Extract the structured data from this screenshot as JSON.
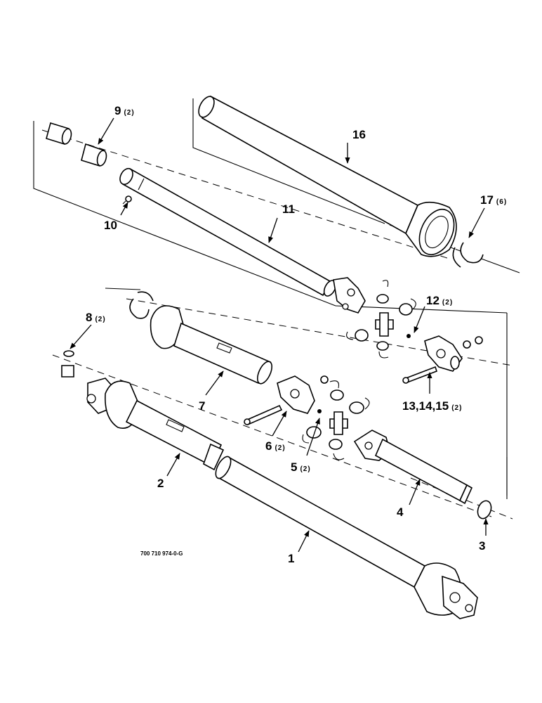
{
  "drawing_code": "700 710 974-0-G",
  "callouts": [
    {
      "id": "c1",
      "number": "1",
      "qty": ""
    },
    {
      "id": "c2",
      "number": "2",
      "qty": ""
    },
    {
      "id": "c3",
      "number": "3",
      "qty": ""
    },
    {
      "id": "c4",
      "number": "4",
      "qty": ""
    },
    {
      "id": "c5",
      "number": "5",
      "qty": "(2)"
    },
    {
      "id": "c6",
      "number": "6",
      "qty": "(2)"
    },
    {
      "id": "c7",
      "number": "7",
      "qty": ""
    },
    {
      "id": "c8",
      "number": "8",
      "qty": "(2)"
    },
    {
      "id": "c9",
      "number": "9",
      "qty": "(2)"
    },
    {
      "id": "c10",
      "number": "10",
      "qty": ""
    },
    {
      "id": "c11",
      "number": "11",
      "qty": ""
    },
    {
      "id": "c12",
      "number": "12",
      "qty": "(2)"
    },
    {
      "id": "c13",
      "number": "13,14,15",
      "qty": "(2)"
    },
    {
      "id": "c16",
      "number": "16",
      "qty": ""
    },
    {
      "id": "c17",
      "number": "17",
      "qty": "(6)"
    }
  ]
}
